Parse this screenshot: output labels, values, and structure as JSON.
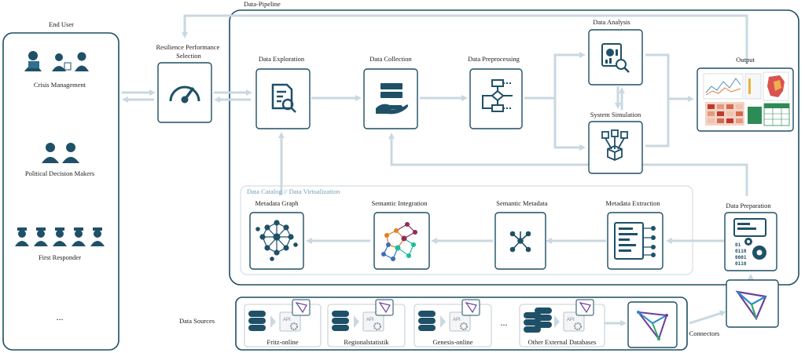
{
  "end_user": {
    "title": "End User",
    "groups": [
      "Crisis Management",
      "Political Decision Makers",
      "First Responder"
    ],
    "more": "..."
  },
  "pipeline": {
    "title": "Data-Pipeline",
    "resilience": "Resilience Performance Selection",
    "resilience_line1": "Resilience Performance",
    "resilience_line2": "Selection",
    "exploration": "Data Exploration",
    "collection": "Data Collection",
    "preprocessing": "Data Preprocessing",
    "analysis": "Data Analysis",
    "simulation": "System Simulation",
    "output": "Output",
    "preparation": "Data Preparation"
  },
  "catalog": {
    "title": "Data Catalog // Data Virtualization",
    "metadata_graph": "Metadata Graph",
    "semantic_integration": "Semantic Integration",
    "semantic_metadata": "Semantic Metadata",
    "metadata_extraction": "Metadata Extraction"
  },
  "sources": {
    "title": "Data Sources",
    "items": [
      "Fritz-online",
      "Regionalstatistik",
      "Genesis-online",
      "Other External Databases"
    ],
    "api_label": "API",
    "more": "...",
    "connectors": "Connectors"
  },
  "binary": [
    "01",
    "0110",
    "0001",
    "0110"
  ],
  "colors": {
    "frame": "#1d4e63",
    "arrow": "#c9d8e1",
    "catalog_text": "#6f9fc0",
    "db_blue": "#1f5068",
    "heat_red": "#c0392b",
    "green_table": "#2e8b57"
  }
}
